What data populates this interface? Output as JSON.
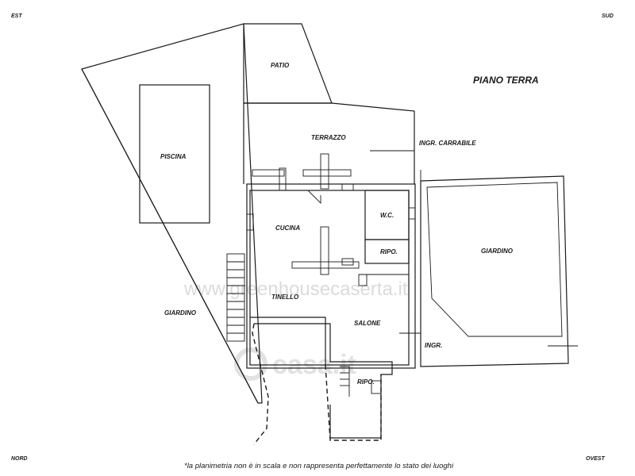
{
  "plan": {
    "title": "PIANO TERRA",
    "compass": {
      "top_left": "EST",
      "top_right": "SUD",
      "bottom_left": "NORD",
      "bottom_right": "OVEST"
    },
    "rooms": {
      "patio": "PATIO",
      "terrazzo": "TERRAZZO",
      "ingr_carrabile": "INGR. CARRABILE",
      "piscina": "PISCINA",
      "cucina": "CUCINA",
      "wc": "W.C.",
      "ripo_upper": "RIPO.",
      "tinello": "TINELLO",
      "salone": "SALONE",
      "ingr": "INGR.",
      "ripo_lower": "RIPO.",
      "giardino_left": "GIARDINO",
      "giardino_right": "GIARDINO"
    },
    "footnote": "*la planimetria non è in scala e non rappresenta perfettamente lo stato dei luoghi"
  },
  "watermark": {
    "site": "www.greenhousecaserta.it",
    "brand": "casa.it"
  }
}
